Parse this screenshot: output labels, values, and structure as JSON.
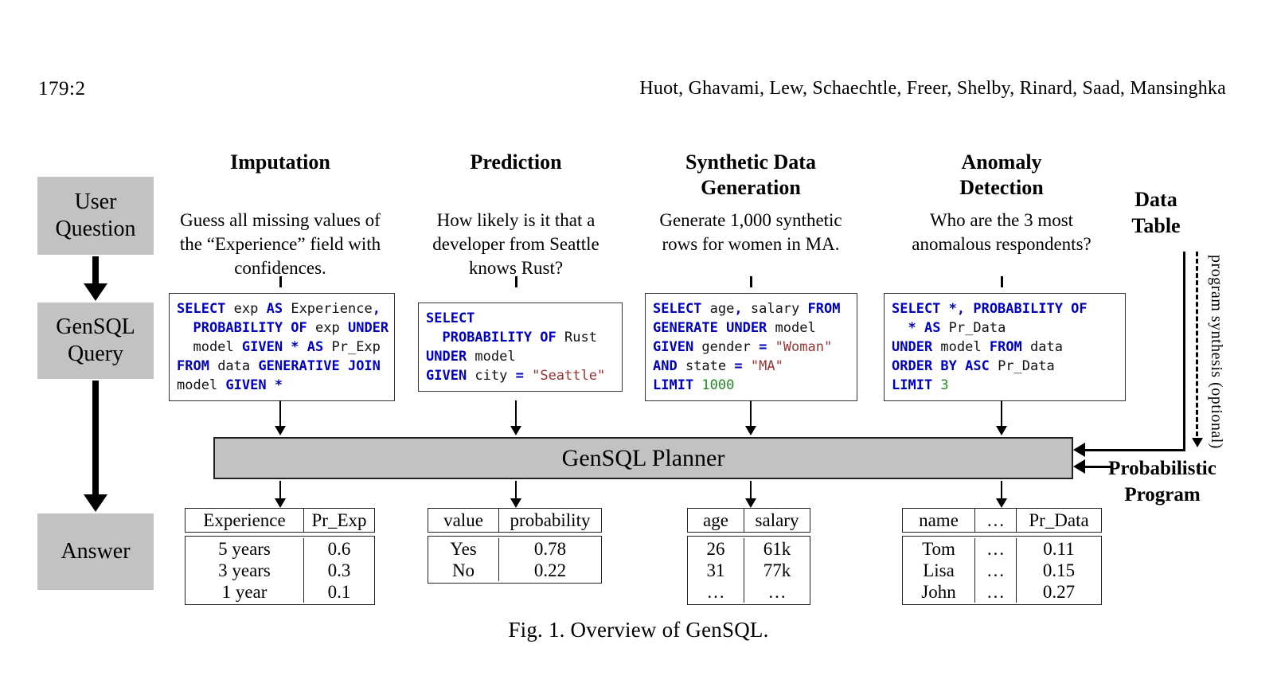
{
  "header": {
    "page_number": "179:2",
    "authors": "Huot, Ghavami, Lew, Schaechtle, Freer, Shelby, Rinard, Saad, Mansinghka"
  },
  "caption": "Fig. 1.  Overview of GenSQL.",
  "stages": {
    "user_question": "User Question",
    "gensql_query": "GenSQL Query",
    "answer": "Answer"
  },
  "planner_label": "GenSQL Planner",
  "right_rail": {
    "data_table": "Data Table",
    "probabilistic_program": "Probabilistic Program",
    "program_synthesis": "program synthesis (optional)"
  },
  "columns": [
    {
      "title": "Imputation",
      "question": "Guess all missing values of the “Experience” field with confidences."
    },
    {
      "title": "Prediction",
      "question": "How likely is it that a developer from Seattle knows Rust?"
    },
    {
      "title": "Synthetic Data Generation",
      "question": "Generate 1,000 synthetic rows for women in MA."
    },
    {
      "title": "Anomaly Detection",
      "question": "Who are the 3 most anomalous respondents?"
    }
  ],
  "sql": {
    "imputation": [
      [
        {
          "t": "SELECT",
          "c": "kw"
        },
        {
          "t": " exp ",
          "c": "pl"
        },
        {
          "t": "AS",
          "c": "kw"
        },
        {
          "t": " Experience",
          "c": "pl"
        },
        {
          "t": ",",
          "c": "kw"
        }
      ],
      [
        {
          "t": "  ",
          "c": "pl"
        },
        {
          "t": "PROBABILITY OF",
          "c": "kw"
        },
        {
          "t": " exp ",
          "c": "pl"
        },
        {
          "t": "UNDER",
          "c": "kw"
        }
      ],
      [
        {
          "t": "  model ",
          "c": "pl"
        },
        {
          "t": "GIVEN * AS",
          "c": "kw"
        },
        {
          "t": " Pr_Exp",
          "c": "pl"
        }
      ],
      [
        {
          "t": "FROM",
          "c": "kw"
        },
        {
          "t": " data ",
          "c": "pl"
        },
        {
          "t": "GENERATIVE JOIN",
          "c": "kw"
        }
      ],
      [
        {
          "t": "model ",
          "c": "pl"
        },
        {
          "t": "GIVEN *",
          "c": "kw"
        }
      ]
    ],
    "prediction": [
      [
        {
          "t": "SELECT",
          "c": "kw"
        }
      ],
      [
        {
          "t": "  ",
          "c": "pl"
        },
        {
          "t": "PROBABILITY OF",
          "c": "kw"
        },
        {
          "t": " Rust",
          "c": "pl"
        }
      ],
      [
        {
          "t": "UNDER",
          "c": "kw"
        },
        {
          "t": " model",
          "c": "pl"
        }
      ],
      [
        {
          "t": "GIVEN",
          "c": "kw"
        },
        {
          "t": " city ",
          "c": "pl"
        },
        {
          "t": "=",
          "c": "kw"
        },
        {
          "t": " \"Seattle\"",
          "c": "str"
        }
      ]
    ],
    "synthetic": [
      [
        {
          "t": "SELECT",
          "c": "kw"
        },
        {
          "t": " age",
          "c": "pl"
        },
        {
          "t": ",",
          "c": "kw"
        },
        {
          "t": " salary ",
          "c": "pl"
        },
        {
          "t": "FROM",
          "c": "kw"
        }
      ],
      [
        {
          "t": "GENERATE UNDER",
          "c": "kw"
        },
        {
          "t": " model",
          "c": "pl"
        }
      ],
      [
        {
          "t": "GIVEN",
          "c": "kw"
        },
        {
          "t": " gender ",
          "c": "pl"
        },
        {
          "t": "=",
          "c": "kw"
        },
        {
          "t": " \"Woman\"",
          "c": "str"
        }
      ],
      [
        {
          "t": "AND",
          "c": "kw"
        },
        {
          "t": " state ",
          "c": "pl"
        },
        {
          "t": "=",
          "c": "kw"
        },
        {
          "t": " \"MA\"",
          "c": "str"
        }
      ],
      [
        {
          "t": "LIMIT",
          "c": "kw"
        },
        {
          "t": " 1000",
          "c": "num"
        }
      ]
    ],
    "anomaly": [
      [
        {
          "t": "SELECT *, PROBABILITY OF",
          "c": "kw"
        }
      ],
      [
        {
          "t": "  ",
          "c": "pl"
        },
        {
          "t": "* AS",
          "c": "kw"
        },
        {
          "t": " Pr_Data",
          "c": "pl"
        }
      ],
      [
        {
          "t": "UNDER",
          "c": "kw"
        },
        {
          "t": " model ",
          "c": "pl"
        },
        {
          "t": "FROM",
          "c": "kw"
        },
        {
          "t": " data",
          "c": "pl"
        }
      ],
      [
        {
          "t": "ORDER BY ASC",
          "c": "kw"
        },
        {
          "t": " Pr_Data",
          "c": "pl"
        }
      ],
      [
        {
          "t": "LIMIT",
          "c": "kw"
        },
        {
          "t": " 3",
          "c": "num"
        }
      ]
    ]
  },
  "answers": [
    {
      "headers": [
        "Experience",
        "Pr_Exp"
      ],
      "rows": [
        [
          "5 years",
          "0.6"
        ],
        [
          "3 years",
          "0.3"
        ],
        [
          "1 year",
          "0.1"
        ]
      ]
    },
    {
      "headers": [
        "value",
        "probability"
      ],
      "rows": [
        [
          "Yes",
          "0.78"
        ],
        [
          "No",
          "0.22"
        ]
      ]
    },
    {
      "headers": [
        "age",
        "salary"
      ],
      "rows": [
        [
          "26",
          "61k"
        ],
        [
          "31",
          "77k"
        ],
        [
          "…",
          "…"
        ]
      ]
    },
    {
      "headers": [
        "name",
        "…",
        "Pr_Data"
      ],
      "rows": [
        [
          "Tom",
          "…",
          "0.11"
        ],
        [
          "Lisa",
          "…",
          "0.15"
        ],
        [
          "John",
          "…",
          "0.27"
        ]
      ]
    }
  ],
  "colors": {
    "keyword_blue": "#0000c0",
    "string_red": "#993333",
    "number_green": "#228b22",
    "box_gray": "#c2c2c2"
  }
}
